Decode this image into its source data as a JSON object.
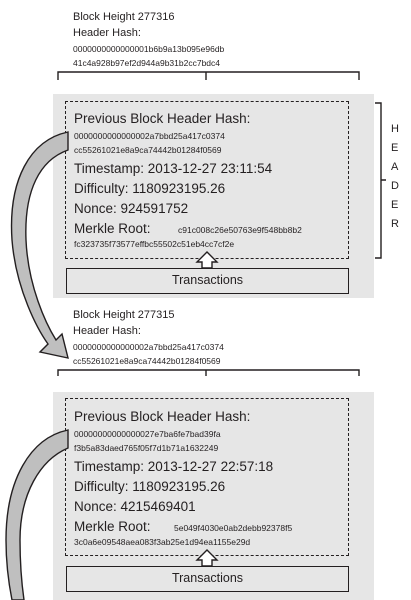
{
  "block1": {
    "height_label": "Block Height 277316",
    "header_hash_label": "Header Hash:",
    "header_hash_line1": "0000000000000001b6b9a13b095e96db",
    "header_hash_line2": "41c4a928b97ef2d944a9b31b2cc7bdc4",
    "prev_hash_label": "Previous Block Header Hash:",
    "prev_hash_line1": "0000000000000002a7bbd25a417c0374",
    "prev_hash_line2": "cc55261021e8a9ca74442b01284f0569",
    "timestamp": "Timestamp: 2013-12-27 23:11:54",
    "difficulty": "Difficulty: 1180923195.26",
    "nonce": "Nonce: 924591752",
    "merkle_label": "Merkle Root:",
    "merkle_line1": "c91c008c26e50763e9f548bb8b2",
    "merkle_line2": "fc323735f73577effbc55502c51eb4cc7cf2e",
    "transactions": "Transactions"
  },
  "header_bracket_letters": [
    "H",
    "E",
    "A",
    "D",
    "E",
    "R"
  ],
  "block2": {
    "height_label": "Block Height 277315",
    "header_hash_label": "Header Hash:",
    "header_hash_line1": "0000000000000002a7bbd25a417c0374",
    "header_hash_line2": "cc55261021e8a9ca74442b01284f0569",
    "prev_hash_label": "Previous Block Header Hash:",
    "prev_hash_line1": "00000000000000027e7ba6fe7bad39fa",
    "prev_hash_line2": "f3b5a83daed765f05f7d1b71a1632249",
    "timestamp": "Timestamp: 2013-12-27 22:57:18",
    "difficulty": "Difficulty: 1180923195.26",
    "nonce": "Nonce: 4215469401",
    "merkle_label": "Merkle Root:",
    "merkle_line1": "5e049f4030e0ab2debb92378f5",
    "merkle_line2": "3c0a6e09548aea083f3ab25e1d94ea1155e29d",
    "transactions": "Transactions"
  },
  "colors": {
    "block_fill": "#e6e6e6",
    "ink": "#231f20",
    "arrow_fill": "#bfbfbf"
  }
}
